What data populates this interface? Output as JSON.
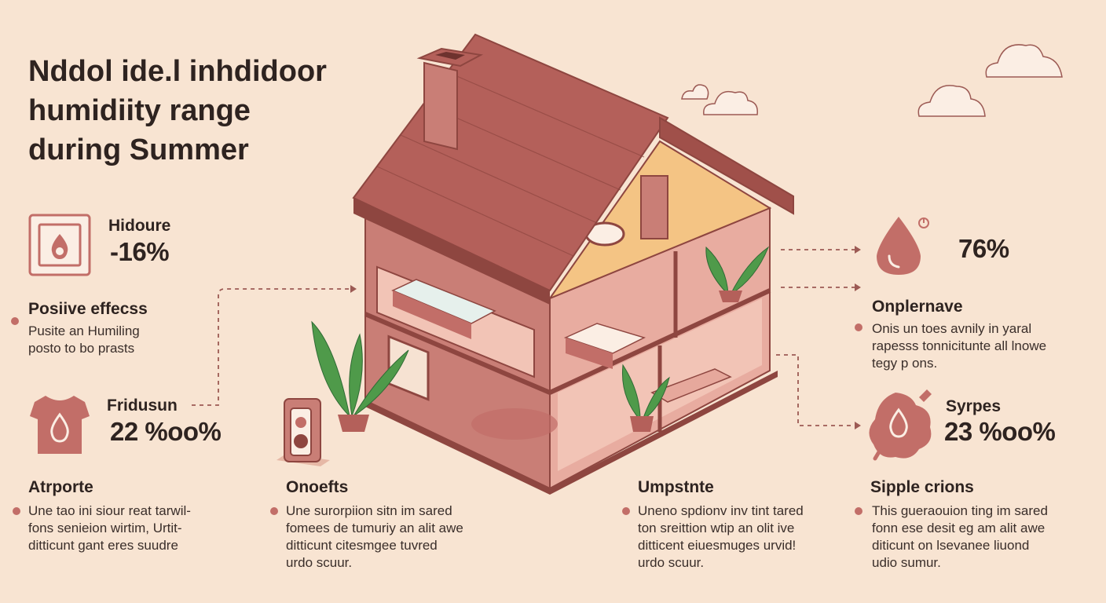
{
  "title": {
    "lines": [
      "Nddol ide.l inhdidoor",
      "humidiity range",
      "during Summer"
    ]
  },
  "left_stats": [
    {
      "label": "Hidoure",
      "value": "-16%",
      "icon": "thermostat-icon"
    },
    {
      "label": "Fridusun",
      "value": "22 %oo%",
      "icon": "shirt-drop-icon"
    }
  ],
  "right_stats": [
    {
      "value": "76%",
      "icon": "water-drop-icon"
    },
    {
      "label": "Syrpes",
      "value": "23 %oo%",
      "icon": "splash-drop-icon"
    }
  ],
  "left_section": {
    "heading": "Posiive effecss",
    "lines": [
      "Pusite an Humiling",
      "posto to bo prasts"
    ]
  },
  "right_section": {
    "heading": "Onplernave",
    "lines": [
      "Onis un toes avnily in yaral",
      "rapesss tonnicitunte all lnowe",
      "tegy p ons."
    ]
  },
  "bottom_sections": [
    {
      "heading": "Atrporte",
      "lines": [
        "Une tao ini siour reat tarwil-",
        "fons senieion wirtim, Urtit-",
        "ditticunt gant eres suudre"
      ]
    },
    {
      "heading": "Onoefts",
      "lines": [
        "Une surorpiion sitn im sared",
        "fomees de tumuriy an alit awe",
        "ditticunt citesmgee tuvred",
        "urdo scuur."
      ]
    },
    {
      "heading": "Umpstnte",
      "lines": [
        "Uneno spdionv inv tint tared",
        "ton sreittion wtip an olit ive",
        "ditticent eiuesmuges urvid!",
        "urdo scuur."
      ]
    },
    {
      "heading": "Sipple crions",
      "lines": [
        "This gueraouion ting im sared",
        "fonn ese desit eg am alit awe",
        "diticunt on lsevanee liuond",
        "udio sumur."
      ]
    }
  ],
  "colors": {
    "background": "#f8e4d2",
    "accent": "#c26e68",
    "roof": "#b4605a",
    "roof_dark": "#8e4640",
    "wall": "#c97e76",
    "attic": "#f4c484",
    "text": "#2e2320"
  }
}
